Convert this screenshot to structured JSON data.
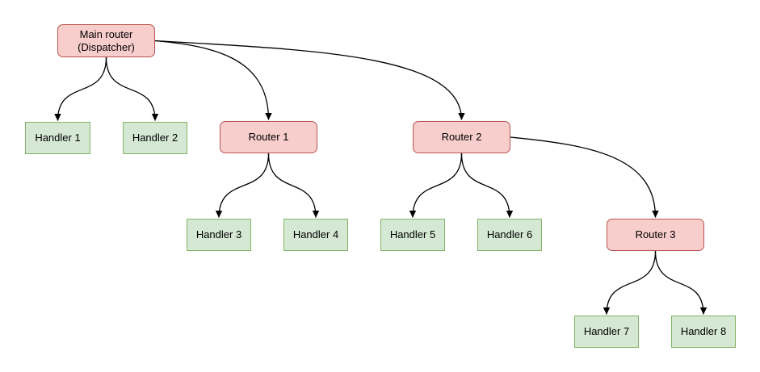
{
  "colors": {
    "router_fill": "#f8cecc",
    "router_stroke": "#b85450",
    "handler_fill": "#d5e8d4",
    "handler_stroke": "#82b366",
    "edge": "#000000"
  },
  "nodes": {
    "main": {
      "type": "router",
      "line1": "Main router",
      "line2": "(Dispatcher)"
    },
    "router1": {
      "type": "router",
      "label": "Router 1"
    },
    "router2": {
      "type": "router",
      "label": "Router 2"
    },
    "router3": {
      "type": "router",
      "label": "Router 3"
    },
    "handler1": {
      "type": "handler",
      "label": "Handler 1"
    },
    "handler2": {
      "type": "handler",
      "label": "Handler 2"
    },
    "handler3": {
      "type": "handler",
      "label": "Handler 3"
    },
    "handler4": {
      "type": "handler",
      "label": "Handler 4"
    },
    "handler5": {
      "type": "handler",
      "label": "Handler 5"
    },
    "handler6": {
      "type": "handler",
      "label": "Handler 6"
    },
    "handler7": {
      "type": "handler",
      "label": "Handler 7"
    },
    "handler8": {
      "type": "handler",
      "label": "Handler 8"
    }
  },
  "edges": [
    {
      "from": "main",
      "to": "handler1"
    },
    {
      "from": "main",
      "to": "handler2"
    },
    {
      "from": "main",
      "to": "router1"
    },
    {
      "from": "main",
      "to": "router2"
    },
    {
      "from": "router1",
      "to": "handler3"
    },
    {
      "from": "router1",
      "to": "handler4"
    },
    {
      "from": "router2",
      "to": "handler5"
    },
    {
      "from": "router2",
      "to": "handler6"
    },
    {
      "from": "router2",
      "to": "router3"
    },
    {
      "from": "router3",
      "to": "handler7"
    },
    {
      "from": "router3",
      "to": "handler8"
    }
  ]
}
